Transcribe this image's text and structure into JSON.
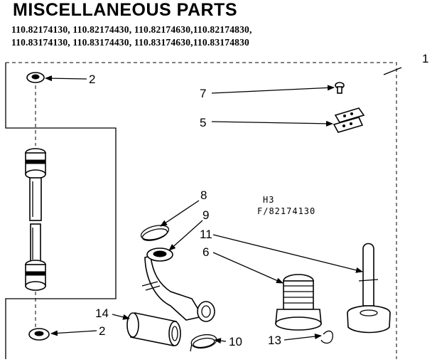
{
  "header": {
    "title": "MISCELLANEOUS PARTS",
    "model_lines": [
      "110.82174130, 110.82174430, 110.82174630,110.82174830,",
      "110.83174130, 110.83174430, 110.83174630,110.83174830"
    ]
  },
  "diagram": {
    "code_lines": [
      "H3",
      "F/82174130"
    ],
    "callouts": {
      "c1": "1",
      "c2_top": "2",
      "c2_bottom": "2",
      "c5": "5",
      "c6": "6",
      "c7": "7",
      "c8": "8",
      "c9": "9",
      "c10": "10",
      "c11": "11",
      "c13": "13",
      "c14": "14"
    }
  }
}
